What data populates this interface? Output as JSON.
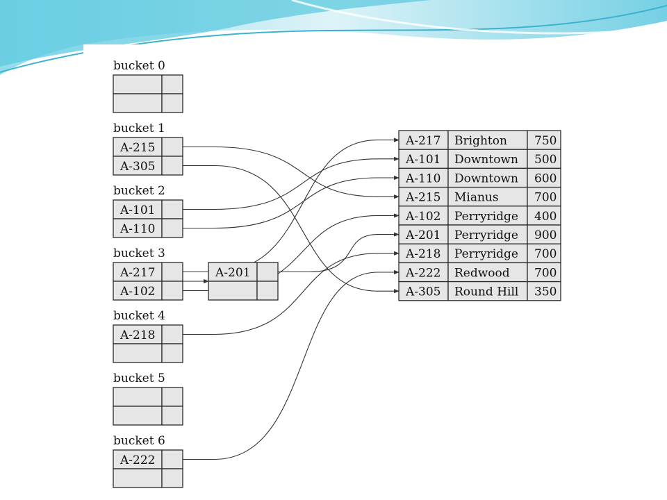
{
  "theme": {
    "wave_dark": "#4fc3dc",
    "wave_light": "#bfe9f2",
    "cell_fill": "#e6e6e6",
    "line": "#333333"
  },
  "buckets": [
    {
      "label": "bucket 0",
      "entries": [
        "",
        ""
      ]
    },
    {
      "label": "bucket 1",
      "entries": [
        "A-215",
        "A-305"
      ]
    },
    {
      "label": "bucket 2",
      "entries": [
        "A-101",
        "A-110"
      ]
    },
    {
      "label": "bucket 3",
      "entries": [
        "A-217",
        "A-102"
      ],
      "overflow": [
        "A-201",
        ""
      ]
    },
    {
      "label": "bucket 4",
      "entries": [
        "A-218",
        ""
      ]
    },
    {
      "label": "bucket 5",
      "entries": [
        "",
        ""
      ]
    },
    {
      "label": "bucket 6",
      "entries": [
        "A-222",
        ""
      ]
    }
  ],
  "records": [
    [
      "A-217",
      "Brighton",
      "750"
    ],
    [
      "A-101",
      "Downtown",
      "500"
    ],
    [
      "A-110",
      "Downtown",
      "600"
    ],
    [
      "A-215",
      "Mianus",
      "700"
    ],
    [
      "A-102",
      "Perryridge",
      "400"
    ],
    [
      "A-201",
      "Perryridge",
      "900"
    ],
    [
      "A-218",
      "Perryridge",
      "700"
    ],
    [
      "A-222",
      "Redwood",
      "700"
    ],
    [
      "A-305",
      "Round Hill",
      "350"
    ]
  ],
  "links": [
    {
      "from": "A-215",
      "to": "A-215"
    },
    {
      "from": "A-305",
      "to": "A-305"
    },
    {
      "from": "A-101",
      "to": "A-101"
    },
    {
      "from": "A-110",
      "to": "A-110"
    },
    {
      "from": "A-217",
      "to": "A-217"
    },
    {
      "from": "A-102",
      "to": "A-102"
    },
    {
      "from": "A-201",
      "to": "A-201"
    },
    {
      "from": "A-218",
      "to": "A-218"
    },
    {
      "from": "A-222",
      "to": "A-222"
    }
  ]
}
